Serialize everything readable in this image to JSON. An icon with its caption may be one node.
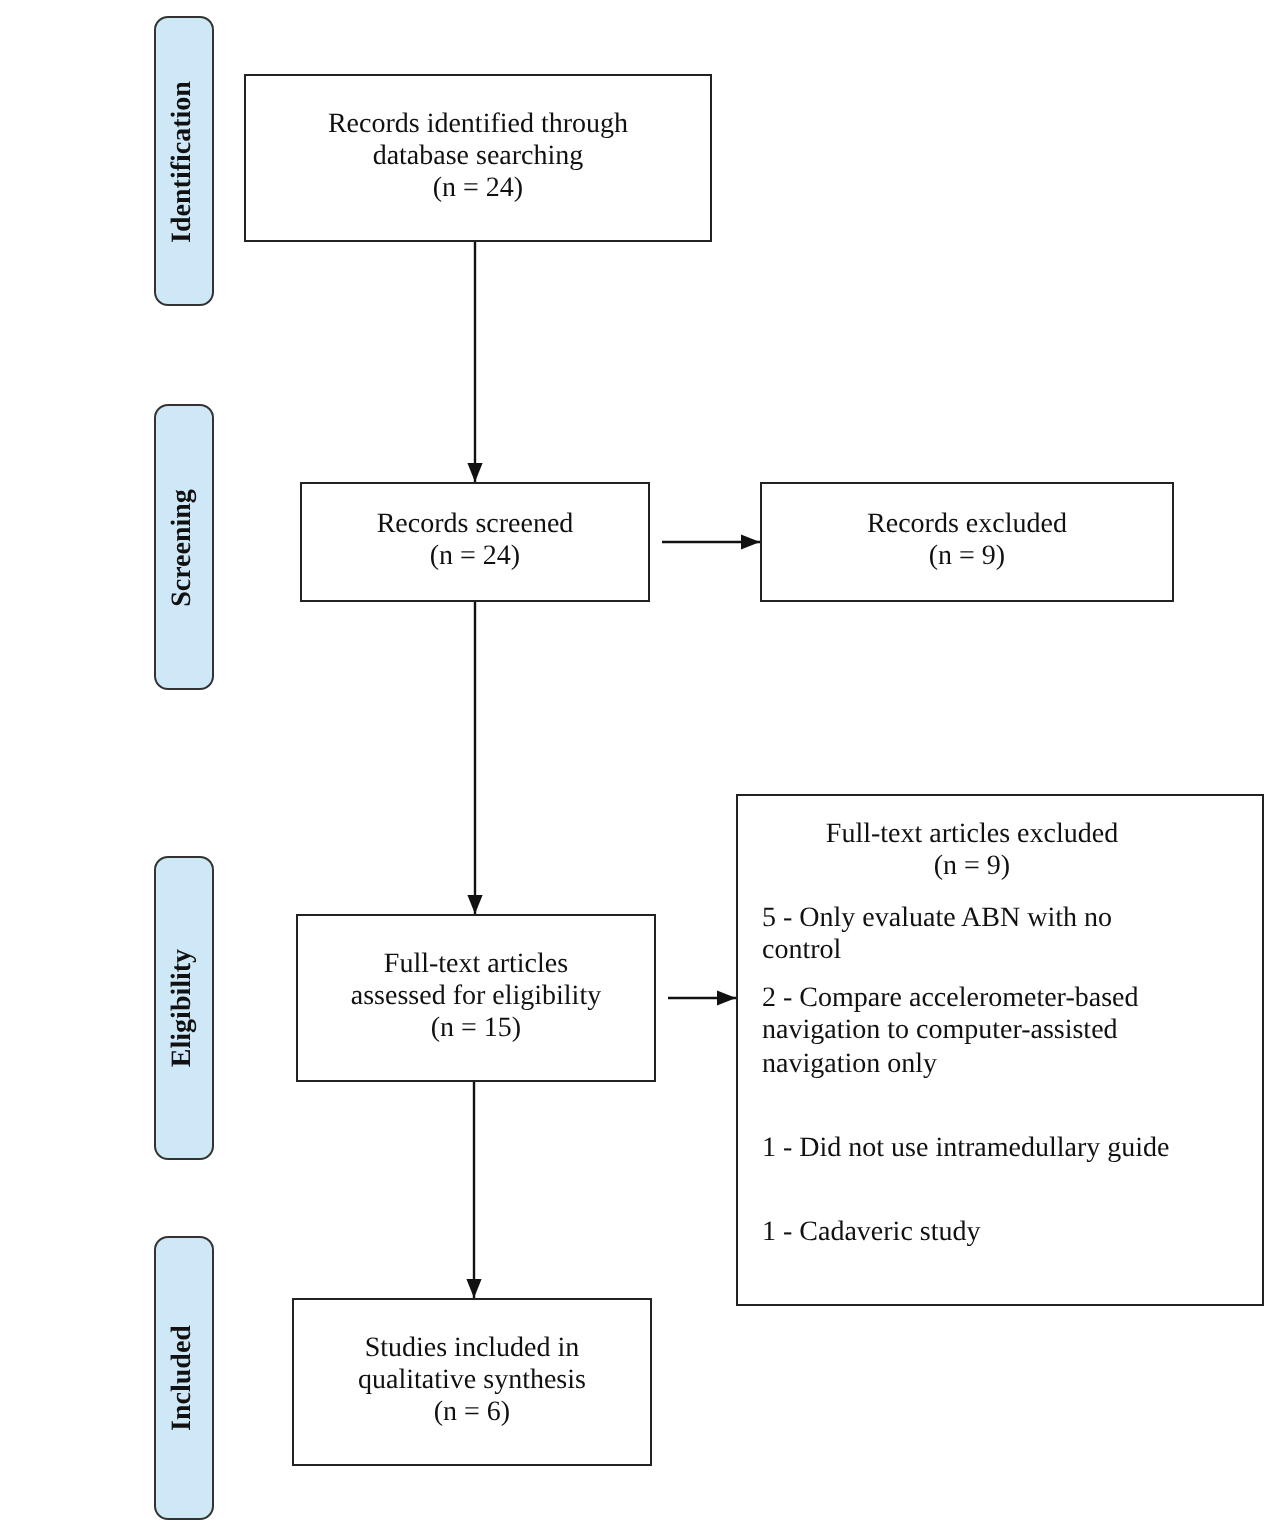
{
  "diagram": {
    "nodes": [
      {
        "text": [
          "Identification"
        ]
      },
      {
        "text": [
          "Records identified through database searching",
          "(n = 24)"
        ]
      },
      {
        "text": [
          "Screening"
        ]
      },
      {
        "text": [
          "Records screened",
          "(n = 24)"
        ]
      },
      {
        "text": [
          "Records excluded",
          "(n = 9)"
        ]
      },
      {
        "text": [
          "Eligibility"
        ]
      },
      {
        "text": [
          "Full-text articles assessed for eligibility",
          "(n = 15)"
        ]
      },
      {
        "text": [
          "Full-text articles excluded",
          "(n = 9)",
          "5 - Only evaluate ABN with no control",
          "2 - Compare accelerometer-based navigation to computer-assisted navigation only",
          "1 - Did not use intramedullary guide",
          "1 - Cadaveric study"
        ]
      },
      {
        "text": [
          "Included"
        ]
      },
      {
        "text": [
          "Studies included in qualitative synthesis",
          "(n = 6)"
        ]
      }
    ],
    "edges": [
      {
        "from": 1,
        "to": 3,
        "arrow": "to"
      },
      {
        "from": 3,
        "to": 4,
        "arrow": "to"
      },
      {
        "from": 3,
        "to": 6,
        "arrow": "to"
      },
      {
        "from": 6,
        "to": 7,
        "arrow": "to"
      },
      {
        "from": 6,
        "to": 9,
        "arrow": "to"
      }
    ]
  }
}
